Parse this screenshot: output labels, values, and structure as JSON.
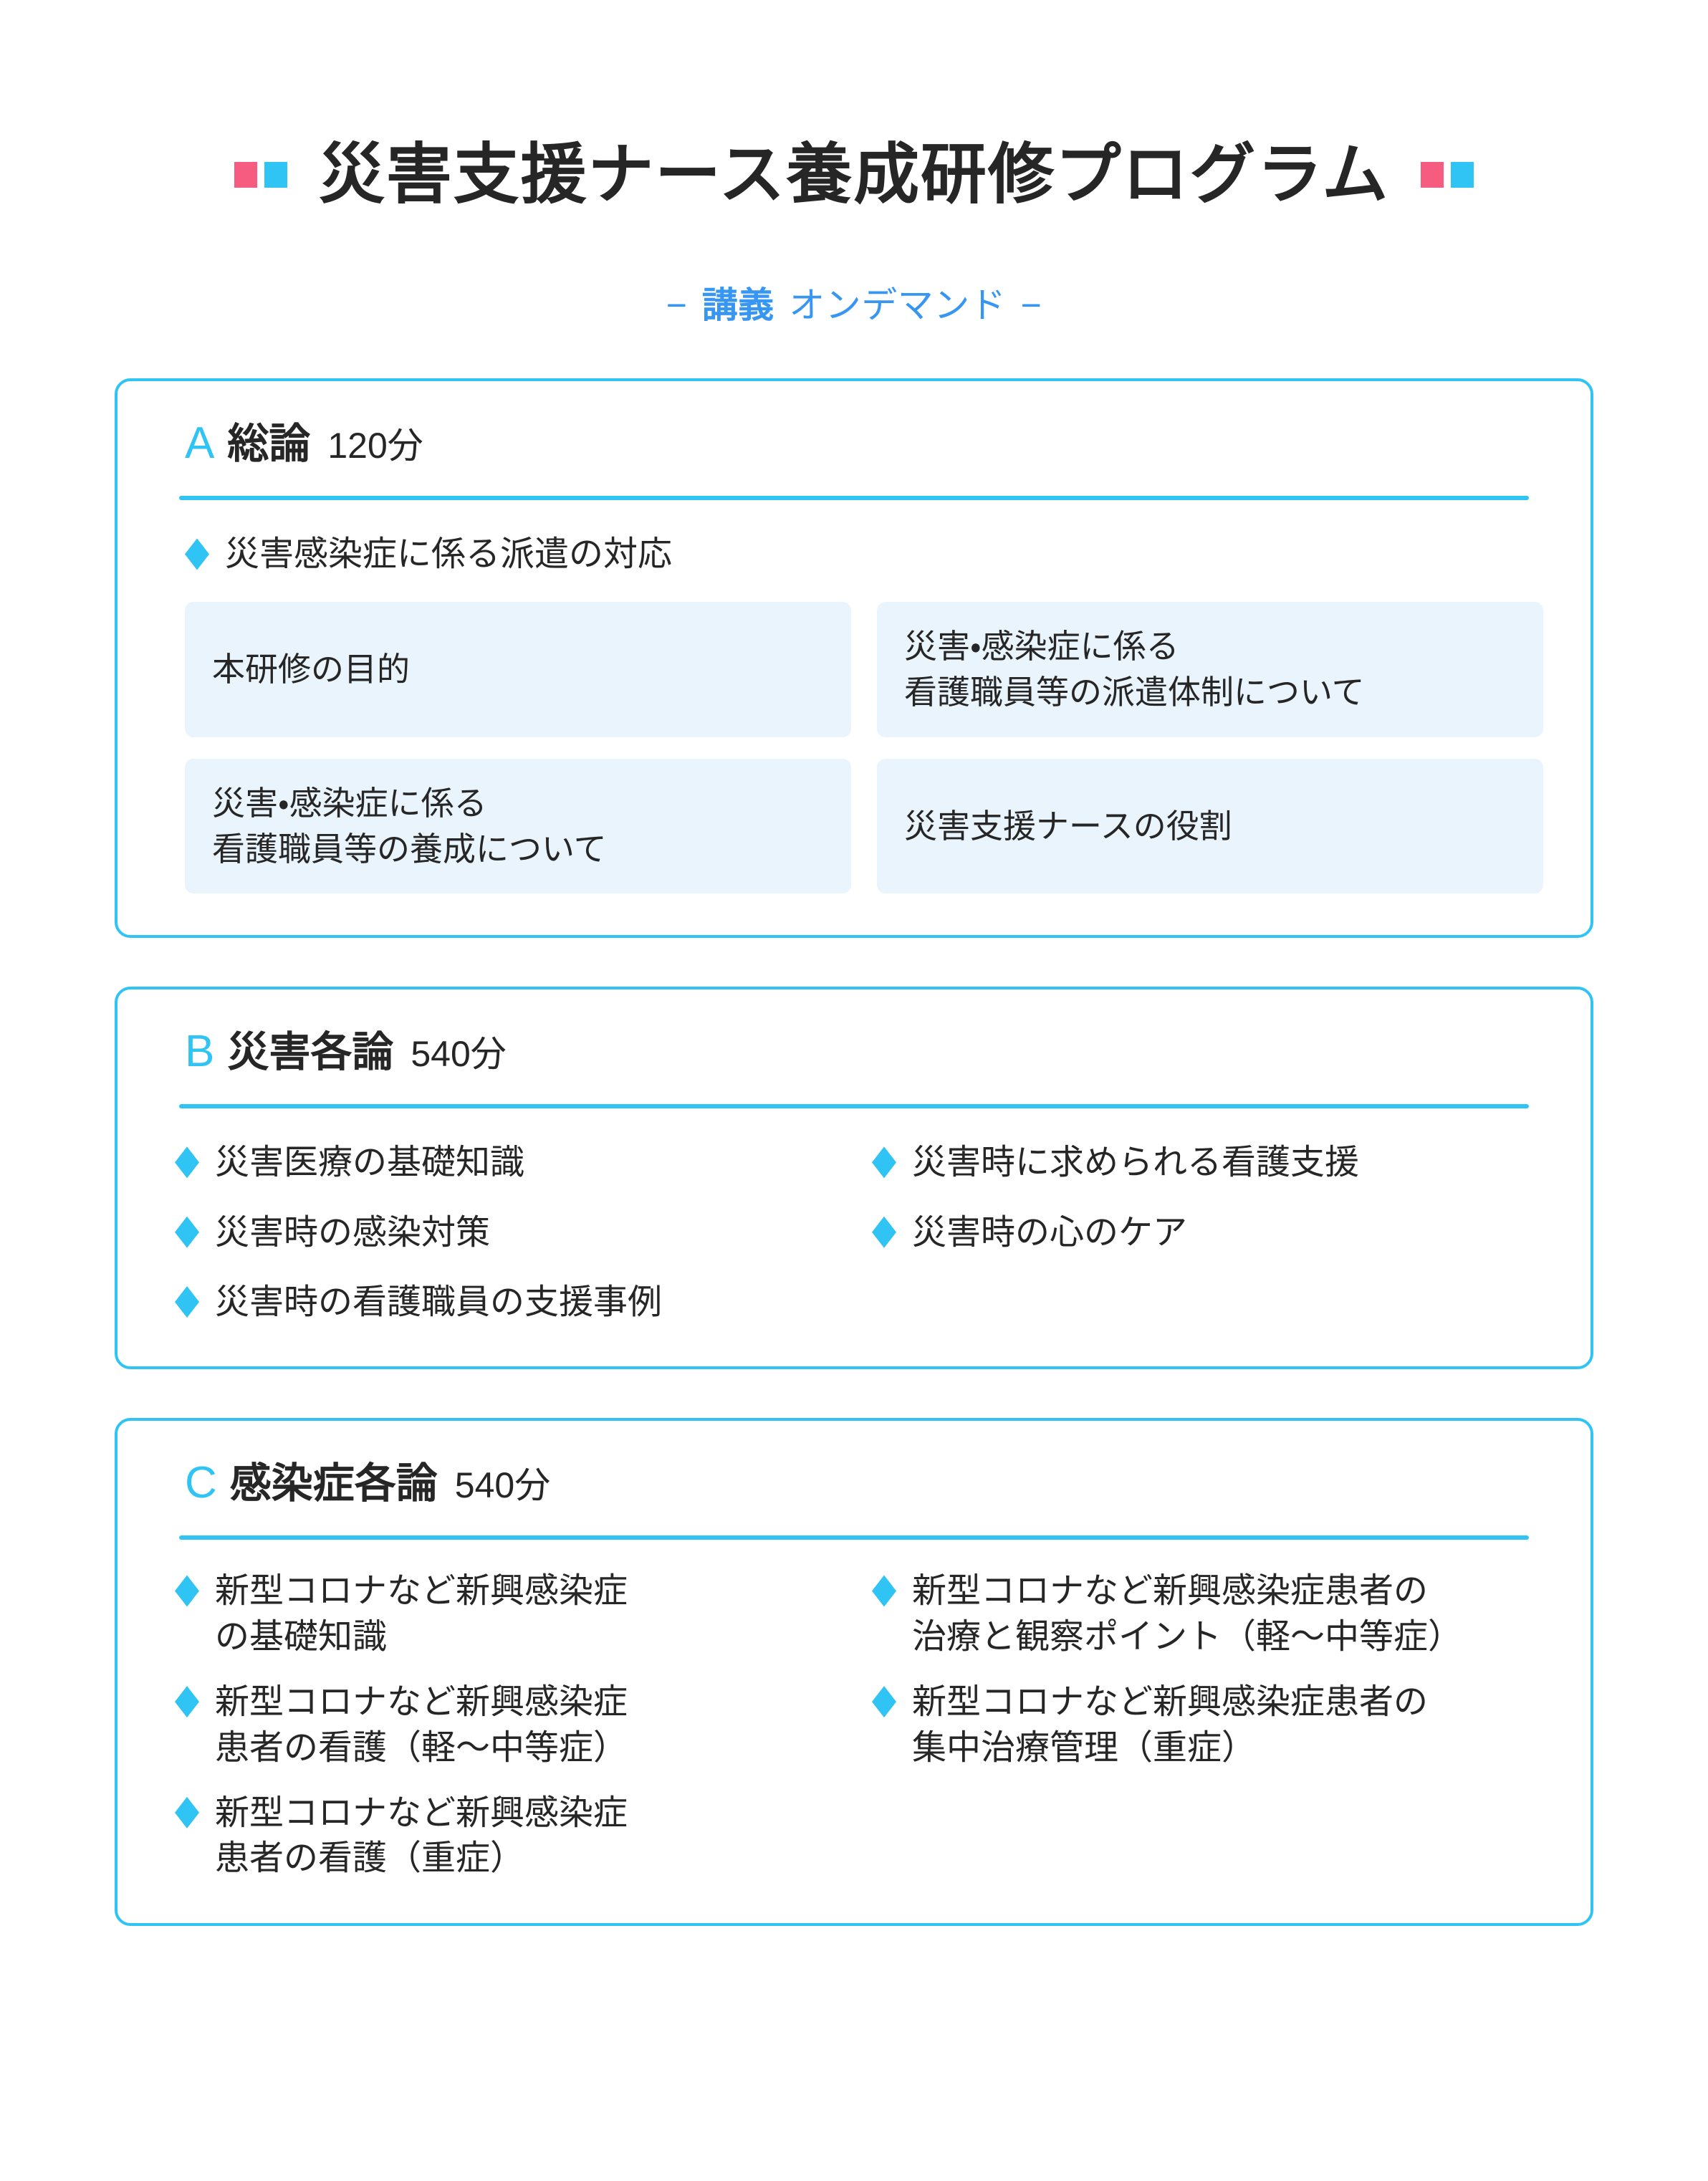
{
  "header": {
    "title": "災害支援ナース養成研修プログラム",
    "subtitle_dash_left": "−",
    "subtitle_lead": "講義",
    "subtitle_tail": "オンデマンド",
    "subtitle_dash_right": "−",
    "decoration": {
      "pink": "#F65C80",
      "cyan": "#2FC4F3"
    }
  },
  "theme": {
    "accent_cyan": "#2FC4F3",
    "accent_pink": "#F65C80",
    "subtitle_blue": "#3796F2",
    "tile_background": "#E9F4FC",
    "text": "#262626"
  },
  "sections": [
    {
      "letter": "A",
      "title": "総論",
      "duration": "120分",
      "lead_bullet": "災害感染症に係る派遣の対応",
      "tiles": [
        "本研修の目的",
        "災害・感染症に係る\n看護職員等の派遣体制について",
        "災害・感染症に係る\n看護職員等の養成について",
        "災害支援ナースの役割"
      ]
    },
    {
      "letter": "B",
      "title": "災害各論",
      "duration": "540分",
      "items": [
        "災害医療の基礎知識",
        "災害時に求められる看護支援",
        "災害時の感染対策",
        "災害時の心のケア",
        "災害時の看護職員の支援事例"
      ]
    },
    {
      "letter": "C",
      "title": "感染症各論",
      "duration": "540分",
      "items": [
        "新型コロナなど新興感染症\nの基礎知識",
        "新型コロナなど新興感染症患者の\n治療と観察ポイント（軽～中等症）",
        "新型コロナなど新興感染症\n患者の看護（軽～中等症）",
        "新型コロナなど新興感染症患者の\n集中治療管理（重症）",
        "新型コロナなど新興感染症\n患者の看護（重症）"
      ]
    }
  ]
}
